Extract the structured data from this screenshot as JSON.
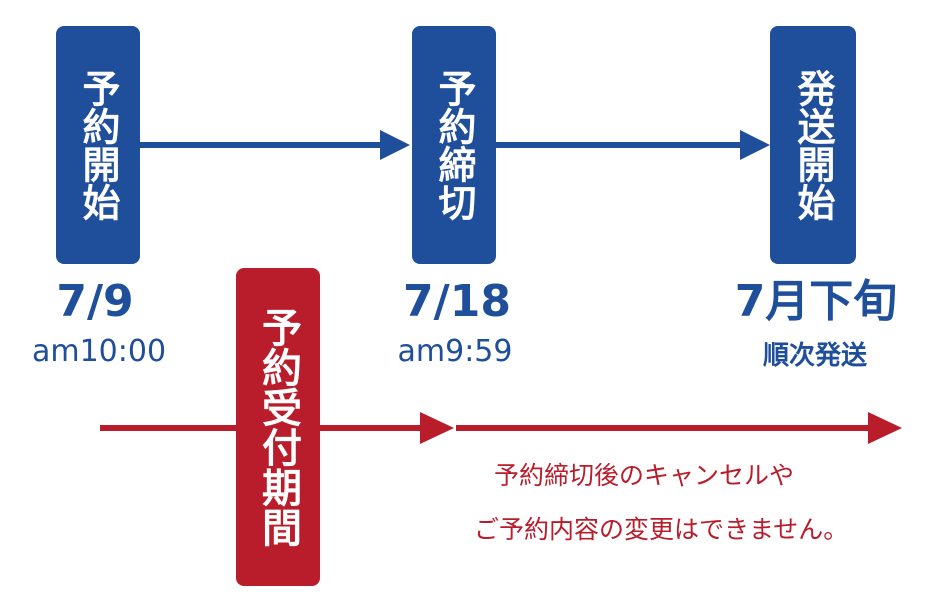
{
  "milestones": [
    {
      "label": "予約開始",
      "date": "7/9",
      "time": "am10:00"
    },
    {
      "label": "予約締切",
      "date": "7/18",
      "time": "am9:59"
    },
    {
      "label": "発送開始",
      "date": "7月下旬",
      "time": "順次発送"
    }
  ],
  "period_label": "予約受付期間",
  "note_lines": [
    "予約締切後のキャンセルや",
    "ご予約内容の変更はできません。"
  ],
  "colors": {
    "blue": "#1F4E9A",
    "red": "#B91C2A"
  }
}
